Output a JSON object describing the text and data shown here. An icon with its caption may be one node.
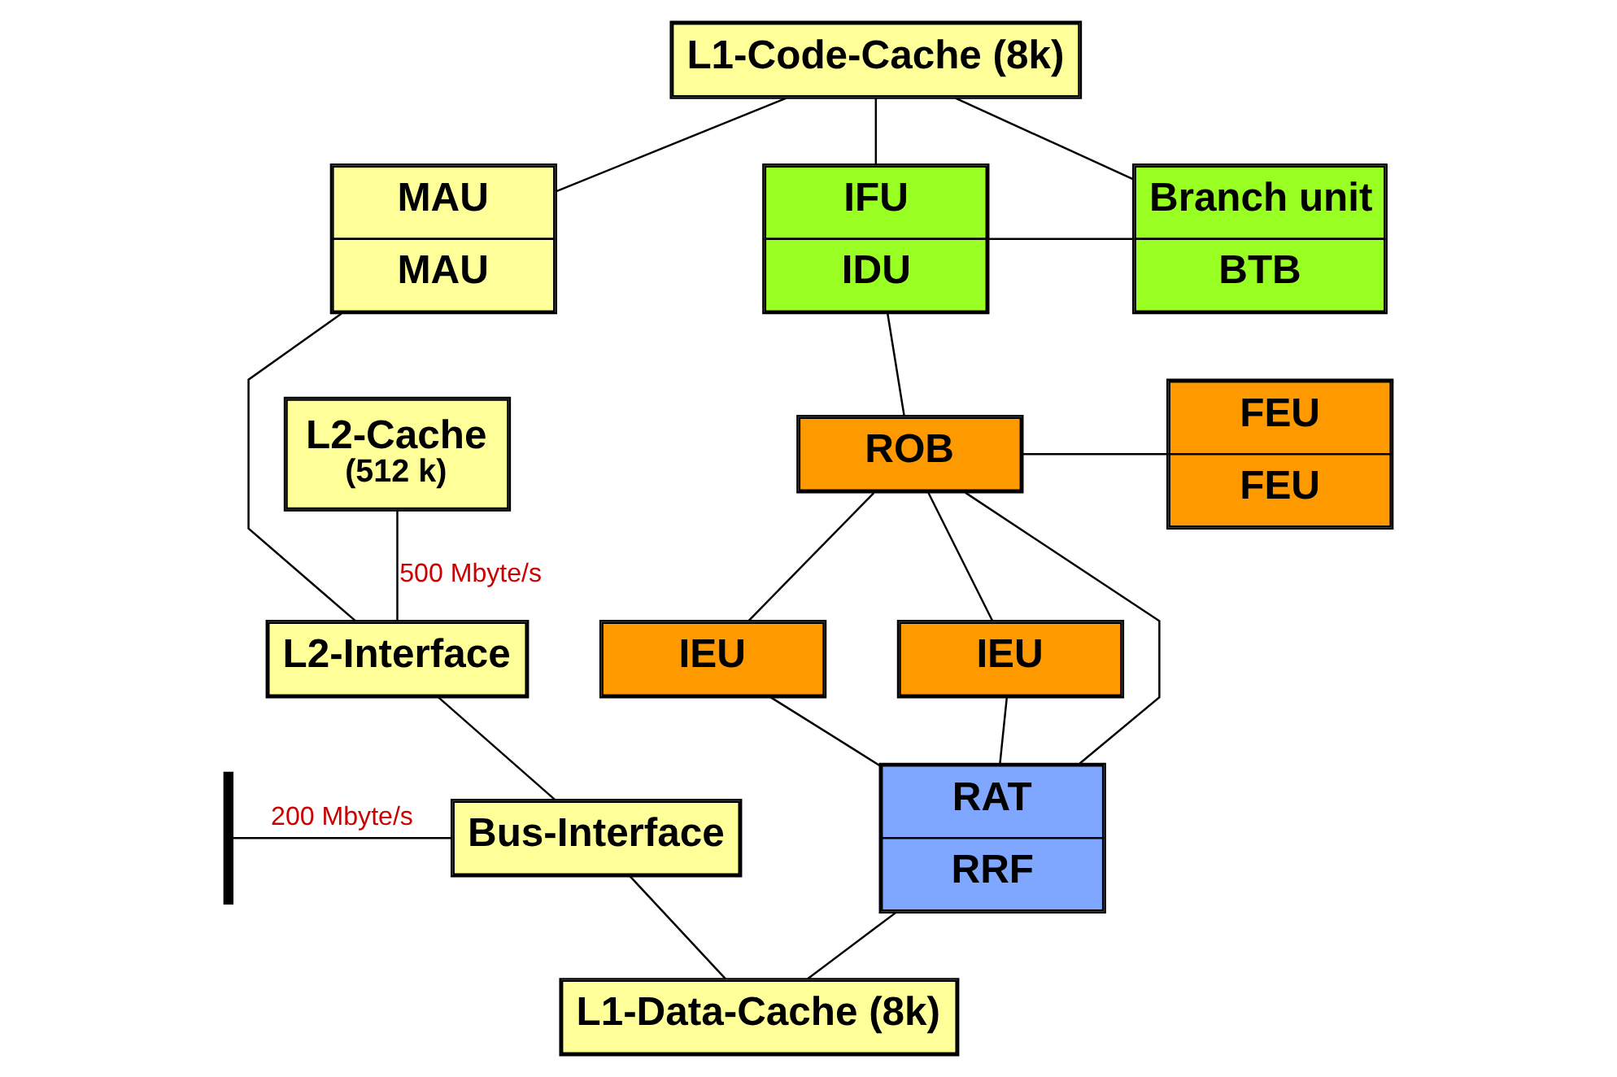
{
  "diagram": {
    "nodes": [
      {
        "text": [
          "L1-Code-Cache (8k)"
        ]
      },
      {
        "text": [
          "MAU",
          "MAU"
        ]
      },
      {
        "text": [
          "IFU",
          "IDU"
        ]
      },
      {
        "text": [
          "Branch unit",
          "BTB"
        ]
      },
      {
        "text": [
          "L2-Cache",
          "(512 k)"
        ]
      },
      {
        "text": [
          "ROB"
        ]
      },
      {
        "text": [
          "FEU",
          "FEU"
        ]
      },
      {
        "text": [
          "L2-Interface"
        ]
      },
      {
        "text": [
          "IEU"
        ]
      },
      {
        "text": [
          "IEU"
        ]
      },
      {
        "text": [
          "Bus-Interface"
        ]
      },
      {
        "text": [
          "RAT",
          "RRF"
        ]
      },
      {
        "text": [
          "L1-Data-Cache (8k)"
        ]
      },
      {
        "text": [],
        "shape": "bar"
      }
    ],
    "edges": [
      {
        "from": 0,
        "to": 1,
        "arrow": "none"
      },
      {
        "from": 0,
        "to": 2,
        "arrow": "none"
      },
      {
        "from": 0,
        "to": 3,
        "arrow": "none"
      },
      {
        "from": 2,
        "to": 3,
        "arrow": "none"
      },
      {
        "from": 2,
        "to": 5,
        "arrow": "none"
      },
      {
        "from": 5,
        "to": 6,
        "arrow": "none"
      },
      {
        "from": 5,
        "to": 8,
        "arrow": "none"
      },
      {
        "from": 5,
        "to": 9,
        "arrow": "none"
      },
      {
        "from": 5,
        "to": 11,
        "arrow": "none"
      },
      {
        "from": 8,
        "to": 11,
        "arrow": "none"
      },
      {
        "from": 9,
        "to": 11,
        "arrow": "none"
      },
      {
        "from": 1,
        "to": 7,
        "arrow": "none"
      },
      {
        "from": 4,
        "to": 7,
        "arrow": "none",
        "label": "500 Mbyte/s"
      },
      {
        "from": 7,
        "to": 10,
        "arrow": "none"
      },
      {
        "from": 13,
        "to": 10,
        "arrow": "none",
        "label": "200 Mbyte/s"
      },
      {
        "from": 10,
        "to": 12,
        "arrow": "none"
      },
      {
        "from": 11,
        "to": 12,
        "arrow": "none"
      }
    ]
  }
}
